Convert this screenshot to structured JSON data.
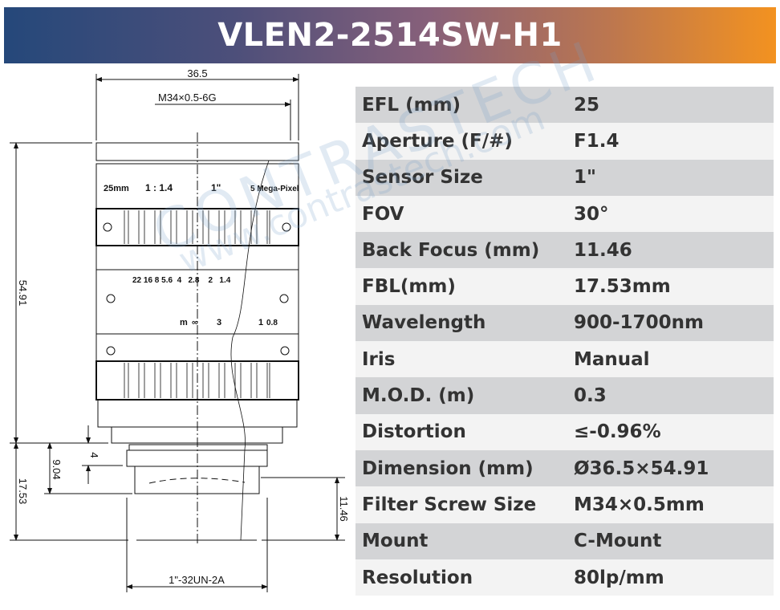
{
  "header": {
    "title": "VLEN2-2514SW-H1",
    "gradient": [
      "#25487a",
      "#f39220"
    ]
  },
  "drawing": {
    "dims": {
      "width": "36.5",
      "filter_thread": "M34×0.5-6G",
      "length": "54.91",
      "fbl": "17.53",
      "d904": "9.04",
      "d4": "4",
      "back_focus": "11.46",
      "mount_thread": "1\"-32UN-2A"
    },
    "lens_markings": {
      "focal": "25mm",
      "ratio": "1 : 1.4",
      "format": "1\"",
      "mp": "5 Mega-Pixel",
      "fstops": "22 16 8 5.6  4   2.8    2   1.4",
      "focus_m": "m",
      "focus_inf": "∞",
      "focus_3": "3",
      "focus_1": "1",
      "focus_08": "0.8"
    }
  },
  "watermark": {
    "brand": "CONTRASTECH",
    "url": "www.contrastech.com"
  },
  "specs": [
    {
      "label": "EFL (mm)",
      "value": "25"
    },
    {
      "label": "Aperture (F/#)",
      "value": "F1.4"
    },
    {
      "label": "Sensor Size",
      "value": "1\""
    },
    {
      "label": "FOV",
      "value": "30°"
    },
    {
      "label": "Back Focus (mm)",
      "value": "11.46"
    },
    {
      "label": "FBL(mm)",
      "value": "17.53mm"
    },
    {
      "label": "Wavelength",
      "value": "900-1700nm"
    },
    {
      "label": "Iris",
      "value": "Manual"
    },
    {
      "label": "M.O.D. (m)",
      "value": "0.3"
    },
    {
      "label": "Distortion",
      "value": "≤-0.96%"
    },
    {
      "label": "Dimension (mm)",
      "value": "Ø36.5×54.91"
    },
    {
      "label": "Filter Screw Size",
      "value": "M34×0.5mm"
    },
    {
      "label": "Mount",
      "value": "C-Mount"
    },
    {
      "label": "Resolution",
      "value": "80lp/mm"
    }
  ]
}
